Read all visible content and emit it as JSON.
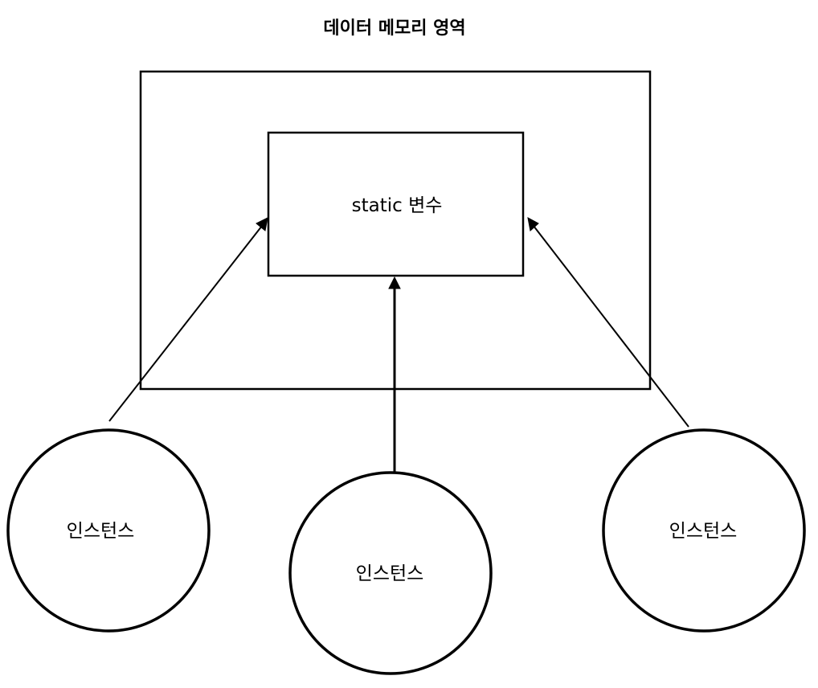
{
  "title": "데이터 메모리 영역",
  "static_box": {
    "label": "static 변수"
  },
  "instances": [
    {
      "label": "인스턴스"
    },
    {
      "label": "인스턴스"
    },
    {
      "label": "인스턴스"
    }
  ],
  "colors": {
    "stroke": "#000000",
    "background": "#ffffff"
  }
}
